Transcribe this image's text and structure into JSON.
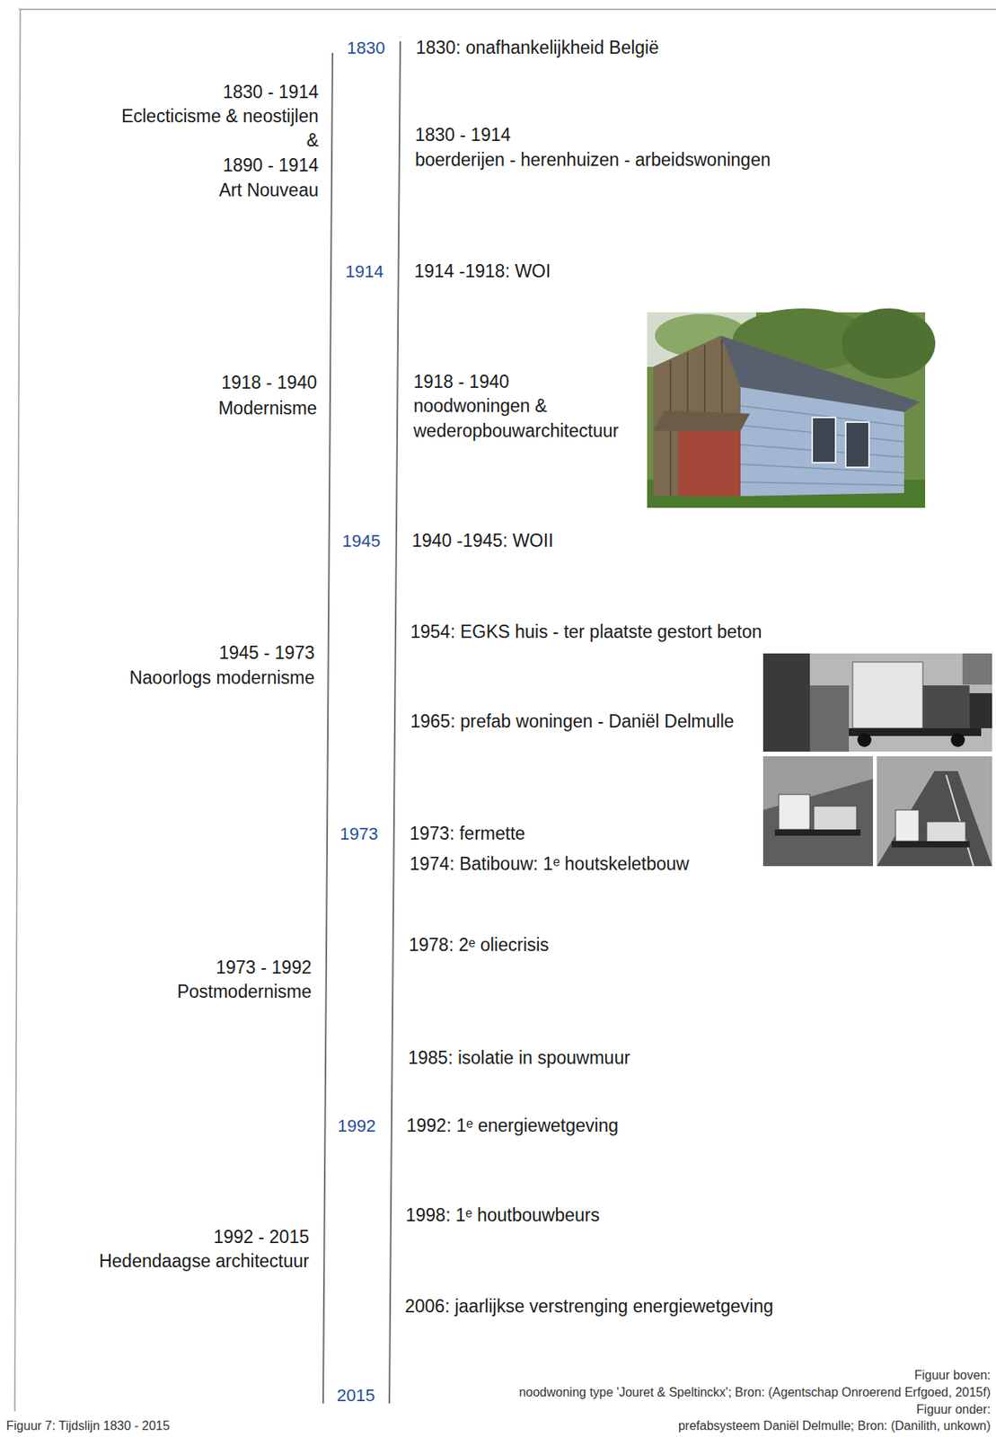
{
  "diagram": {
    "caption": "Figuur 7: Tijdslijn 1830 - 2015",
    "labels": [
      "1830",
      "1830: onafhankelijkheid België",
      "1830 - 1914",
      "Eclecticisme & neostijlen",
      "&",
      "1890 - 1914",
      "Art Nouveau",
      "1830 - 1914",
      "boerderijen - herenhuizen - arbeidswoningen",
      "1914",
      "1914 -1918: WOI",
      "1918 - 1940",
      "Modernisme",
      "1918 - 1940",
      "noodwoningen &",
      "wederopbouwarchitectuur",
      "1945",
      "1940 -1945: WOII",
      "1954: EGKS huis - ter plaatste gestort beton",
      "1945 - 1973",
      "Naoorlogs modernisme",
      "1965: prefab woningen - Daniël Delmulle",
      "1973",
      "1973: fermette",
      "1974: Batibouw: 1ᵉ houtskeletbouw",
      "1978: 2ᵉ oliecrisis",
      "1973 - 1992",
      "Postmodernisme",
      "1985: isolatie in spouwmuur",
      "1992",
      "1992: 1ᵉ energiewetgeving",
      "1998: 1ᵉ houtbouwbeurs",
      "1992 - 2015",
      "Hedendaagse architectuur",
      "2006: jaarlijkse verstrenging energiewetgeving",
      "2015",
      "Figuur boven:",
      "noodwoning type 'Jouret & Speltinckx'; Bron: (Agentschap Onroerend Erfgoed, 2015f)",
      "Figuur onder:",
      "prefabsysteem Daniël Delmulle; Bron: (Danilith, unkown)"
    ]
  }
}
